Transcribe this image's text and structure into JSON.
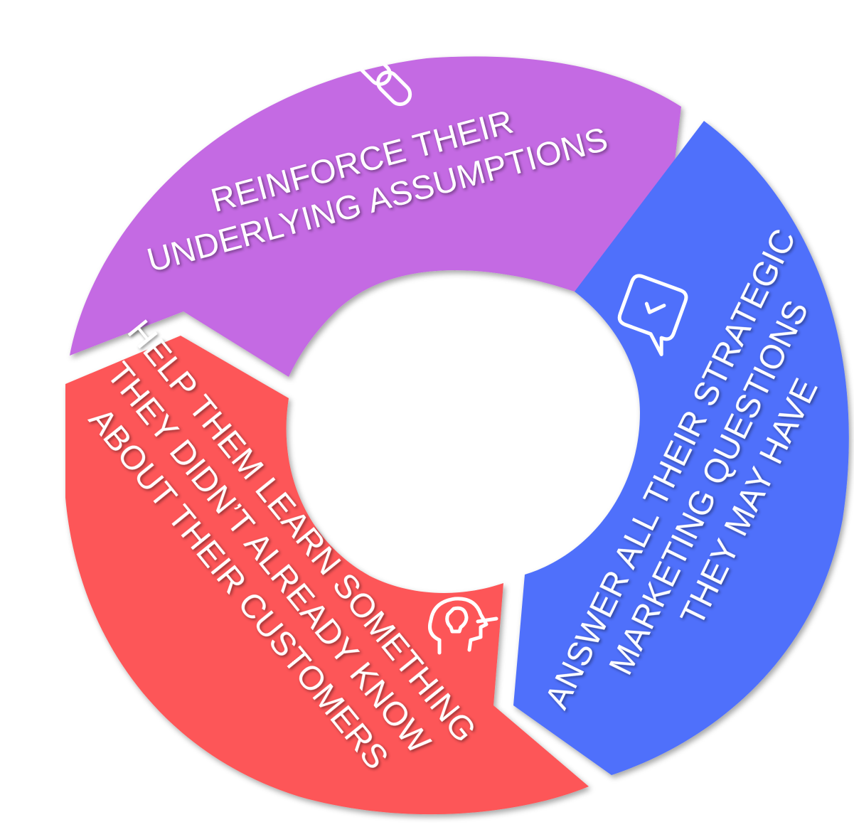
{
  "segments": [
    {
      "id": "reinforce",
      "color": "#c46ae3",
      "icon": "chain-link-icon",
      "lines": [
        "REINFORCE THEIR",
        "UNDERLYING ASSUMPTIONS"
      ]
    },
    {
      "id": "answer",
      "color": "#5070fb",
      "icon": "speech-bubble-checkmark-icon",
      "lines": [
        "ANSWER ALL THEIR STRATEGIC",
        "MARKETING QUESTIONS",
        "THEY MAY HAVE"
      ]
    },
    {
      "id": "learn",
      "color": "#fd5758",
      "icon": "head-lightbulb-icon",
      "lines": [
        "HELP THEM LEARN SOMETHING",
        "THEY DIDN’T ALREADY KNOW",
        "ABOUT THEIR CUSTOMERS"
      ]
    }
  ]
}
